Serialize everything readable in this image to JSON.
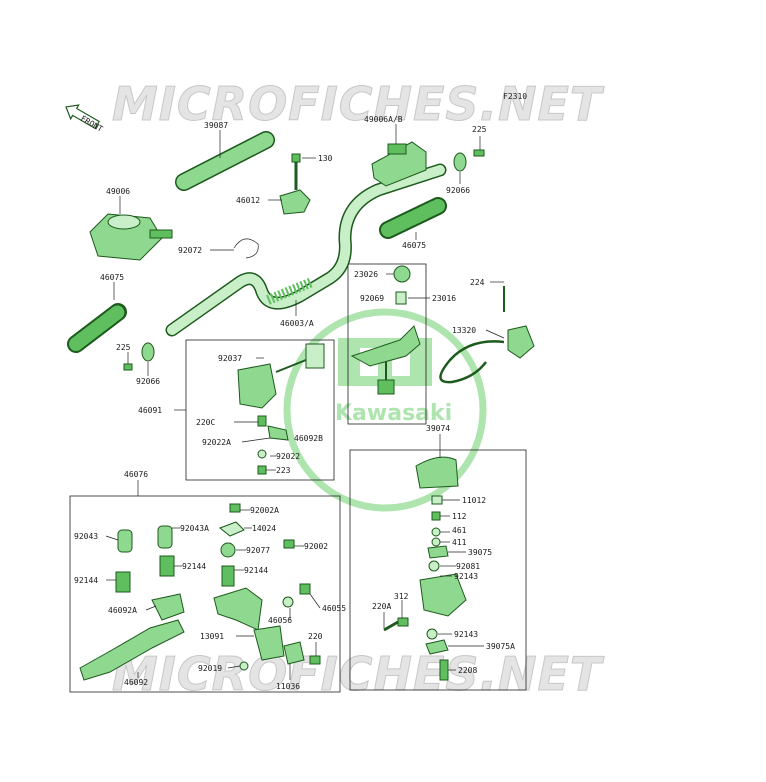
{
  "diagram": {
    "watermark_top": "MICROFICHES.NET",
    "watermark_bottom": "MICROFICHES.NET",
    "figure_code": "F2310",
    "front_arrow": "FRONT",
    "logo_text": "Kawasaki",
    "colors": {
      "part_fill": "#8fd88f",
      "part_dark": "#5fbf5f",
      "outline": "#1d5a1d",
      "logo": "#aee4ae"
    },
    "labels": {
      "p39087": "39087",
      "p49006AB": "49006A/B",
      "p225a": "225",
      "p130": "130",
      "p46012": "46012",
      "p92066a": "92066",
      "p49006": "49006",
      "p46075a": "46075",
      "p92072": "92072",
      "p23026": "23026",
      "p224": "224",
      "p92069": "92069",
      "p23016": "23016",
      "p46075b": "46075",
      "p46003A": "46003/A",
      "p13320": "13320",
      "p225b": "225",
      "p92066b": "92066",
      "p92037": "92037",
      "p46091": "46091",
      "p220C": "220C",
      "p92022A": "92022A",
      "p46092B": "46092B",
      "p92022": "92022",
      "p223": "223",
      "p39074": "39074",
      "p46076": "46076",
      "p11012": "11012",
      "p112": "112",
      "p461": "461",
      "p411": "411",
      "p39075": "39075",
      "p92081": "92081",
      "p92143a": "92143",
      "p312": "312",
      "p220A": "220A",
      "p92143b": "92143",
      "p39075A": "39075A",
      "p2208": "2208",
      "p92002A": "92002A",
      "p92043": "92043",
      "p92043A": "92043A",
      "p14024": "14024",
      "p92077": "92077",
      "p92002": "92002",
      "p92144a": "92144",
      "p92144b": "92144",
      "p92144c": "92144",
      "p46092A": "46092A",
      "p46055": "46055",
      "p46056": "46056",
      "p13091": "13091",
      "p220": "220",
      "p92019": "92019",
      "p46092": "46092",
      "p11036": "11036"
    }
  }
}
